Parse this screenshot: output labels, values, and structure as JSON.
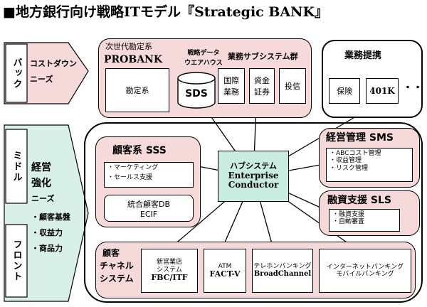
{
  "title": "■地方銀行向け戦略ITモデル『Strategic BANK』",
  "left": {
    "back_label": "バック",
    "back_desc_line1": "コストダウン",
    "back_desc_line2": "ニーズ",
    "middle_label": "ミドル",
    "front_label": "フロント",
    "strengthen_line1": "経営",
    "strengthen_line2": "強化",
    "strengthen_line3": "ニーズ",
    "needs": [
      "・顧客基盤",
      "・収益力",
      "・商品力"
    ]
  },
  "back": {
    "probank_title": "次世代勘定系",
    "probank_name": "PROBANK",
    "core_system": "勘定系",
    "dw_label_line1": "戦略データ",
    "dw_label_line2": "ウエアハウス",
    "sds": "SDS",
    "subsystems_title": "業務サブシステム群",
    "subsystems": [
      {
        "line1": "国際",
        "line2": "業務"
      },
      {
        "line1": "資金",
        "line2": "証券"
      },
      {
        "line1": "投信",
        "line2": ""
      }
    ],
    "partner_title": "業務提携",
    "partners": [
      "保険",
      "401K"
    ],
    "ellipsis": "・・"
  },
  "hub": {
    "line1": "ハブシステム",
    "line2": "Enterprise",
    "line3": "Conductor"
  },
  "sss": {
    "title": "顧客系 SSS",
    "items": [
      "・マーケティング",
      "・セールス支援"
    ],
    "db_line1": "統合顧客DB",
    "db_line2": "ECIF"
  },
  "sms": {
    "title": "経営管理 SMS",
    "items": [
      "・ABCコスト管理",
      "・収益管理",
      "・リスク管理"
    ]
  },
  "sls": {
    "title": "融資支援 SLS",
    "items": [
      "・融資支援",
      "・自動審査"
    ]
  },
  "channel": {
    "title_line1": "顧客",
    "title_line2": "チャネル",
    "title_line3": "システム",
    "systems": [
      {
        "line1": "新営業店",
        "line2": "システム",
        "line3": "FBC/ITF"
      },
      {
        "line1": "ATM",
        "line2": "FACT-V",
        "line3": ""
      },
      {
        "line1": "テレホンバンキング",
        "line2": "BroadChannel",
        "line3": ""
      },
      {
        "line1": "インターネットバンキング",
        "line2": "モバイルバンキング",
        "line3": ""
      }
    ]
  },
  "colors": {
    "pink": "#f6d9d9",
    "green": "#d8f0e8",
    "hub_fill": "#c9ece0"
  }
}
